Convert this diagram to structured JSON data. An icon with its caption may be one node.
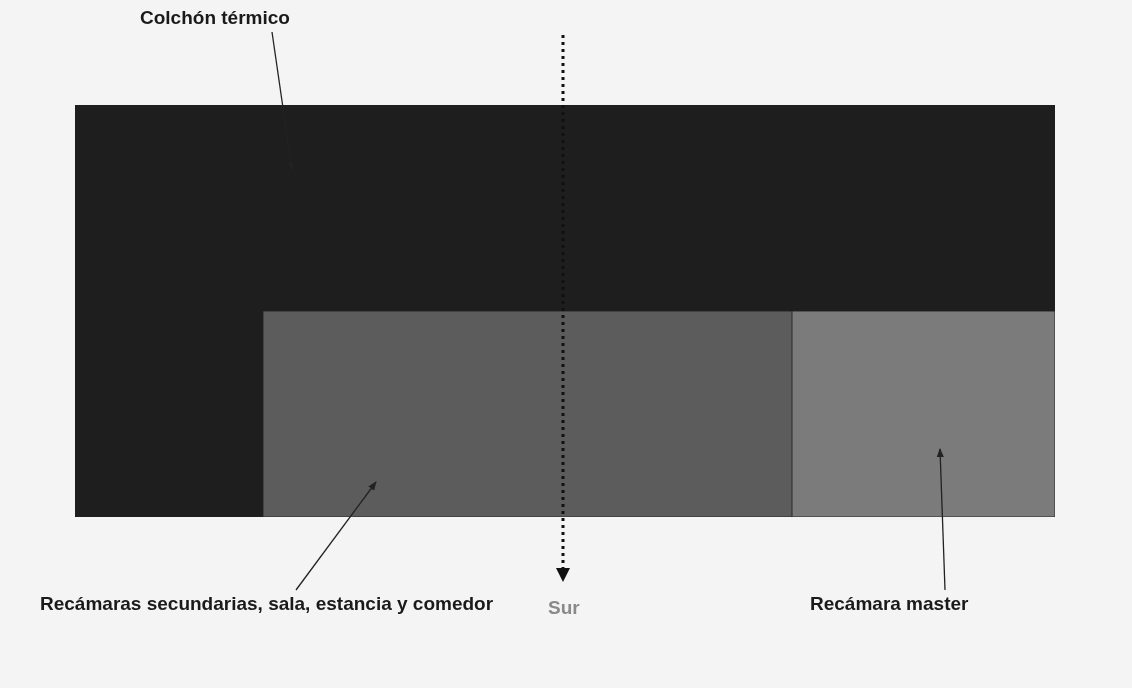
{
  "diagram": {
    "nodes": [
      {
        "text": [
          "Colchón térmico"
        ]
      },
      {
        "text": [],
        "shape": "box"
      },
      {
        "text": [
          "Recámaras secundarias, sala, estancia y comedor"
        ]
      },
      {
        "text": [],
        "shape": "box"
      },
      {
        "text": [
          "Recámara master"
        ]
      },
      {
        "text": [],
        "shape": "box"
      }
    ],
    "edges": [
      {
        "from": 0,
        "to": 1,
        "arrow": "to"
      },
      {
        "from": 2,
        "to": 3,
        "arrow": "to"
      },
      {
        "from": 4,
        "to": 5,
        "arrow": "to"
      }
    ],
    "labels": [
      "Sur"
    ]
  }
}
